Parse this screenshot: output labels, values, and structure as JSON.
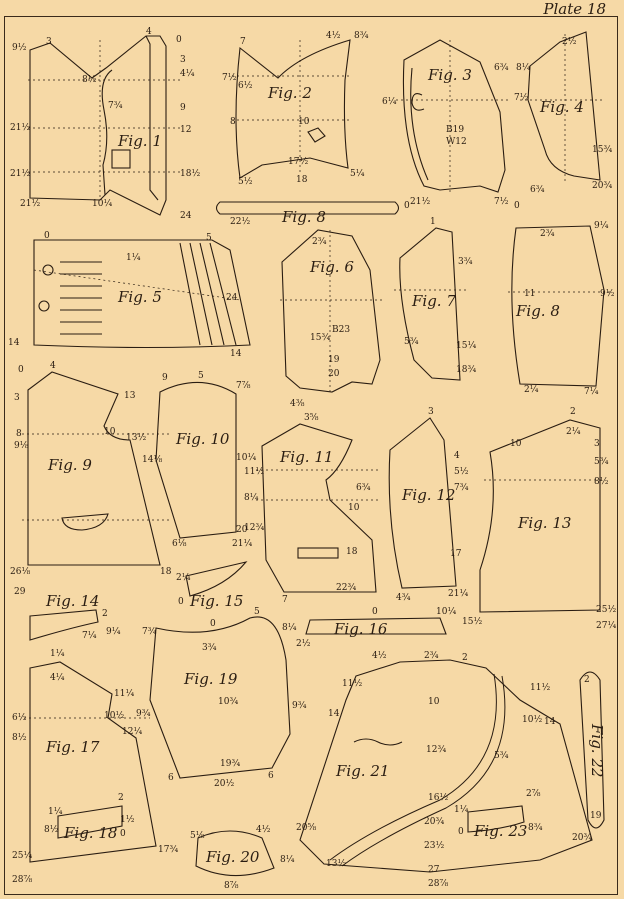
{
  "plate_title": "Plate 18",
  "figures": [
    {
      "label": "Fig. 1",
      "x": 0,
      "y": 0
    },
    {
      "label": "Fig. 2"
    },
    {
      "label": "Fig. 3"
    },
    {
      "label": "Fig. 4"
    },
    {
      "label": "Fig. 5"
    },
    {
      "label": "Fig. 6"
    },
    {
      "label": "Fig. 7"
    },
    {
      "label": "Fig. 8"
    },
    {
      "label": "Fig. 9"
    },
    {
      "label": "Fig. 10"
    },
    {
      "label": "Fig. 11"
    },
    {
      "label": "Fig. 12"
    },
    {
      "label": "Fig. 13"
    },
    {
      "label": "Fig. 14"
    },
    {
      "label": "Fig. 15"
    },
    {
      "label": "Fig. 16"
    },
    {
      "label": "Fig. 17"
    },
    {
      "label": "Fig. 18"
    },
    {
      "label": "Fig. 19"
    },
    {
      "label": "Fig. 20"
    },
    {
      "label": "Fig. 21"
    },
    {
      "label": "Fig. 22"
    },
    {
      "label": "Fig. 23"
    }
  ],
  "marks": {
    "m1": "9½",
    "m2": "3",
    "m3": "0",
    "m4": "4",
    "m5": "3",
    "m6": "4¼",
    "m7": "8½",
    "m8": "7¾",
    "m9": "9",
    "m10": "12",
    "m11": "21½",
    "m12": "21½",
    "m13": "18½",
    "m14": "21½",
    "m15": "24",
    "m16": "10¼",
    "m17": "7",
    "m18": "4½",
    "m19": "8¾",
    "m20": "6½",
    "m21": "7½",
    "m22": "8",
    "m23": "10",
    "m24": "17½",
    "m25": "18",
    "m26": "5½",
    "m27": "5¼",
    "m28": "B19",
    "m29": "W12",
    "m30": "6¾",
    "m31": "6¼",
    "m32": "21½",
    "m33": "7½",
    "m34": "2½",
    "m35": "8¼",
    "m36": "7½",
    "m37": "15¾",
    "m38": "20¾",
    "m39": "6¾",
    "m40": "22½",
    "m41": "0",
    "m42": "1¼",
    "m43": "5",
    "m44": "24",
    "m45": "14",
    "m46": "0",
    "m47": "14",
    "m48": "2¾",
    "m49": "B23",
    "m50": "15¾",
    "m51": "19",
    "m52": "20",
    "m53": "4⅜",
    "m54": "1",
    "m55": "3¾",
    "m56": "15¼",
    "m57": "18¾",
    "m58": "5¾",
    "m59": "0",
    "m60": "2¾",
    "m61": "9¼",
    "m62": "9½",
    "m63": "11",
    "m64": "2¼",
    "m65": "7¼",
    "m66": "0",
    "m67": "4",
    "m68": "13",
    "m69": "10",
    "m70": "13½",
    "m71": "3",
    "m72": "8",
    "m73": "9⅛",
    "m74": "26⅛",
    "m75": "29",
    "m76": "18",
    "m77": "9",
    "m78": "5",
    "m79": "7⅞",
    "m80": "10¼",
    "m81": "14⅛",
    "m82": "20",
    "m83": "21¼",
    "m84": "6⅛",
    "m85": "3⅝",
    "m86": "11½",
    "m87": "8¼",
    "m88": "12¾",
    "m89": "6¾",
    "m90": "10",
    "m91": "18",
    "m92": "22¾",
    "m93": "7",
    "m94": "3",
    "m95": "4",
    "m96": "5½",
    "m97": "7¾",
    "m98": "17",
    "m99": "21¼",
    "m100": "4¾",
    "m101": "2",
    "m102": "2¼",
    "m103": "10",
    "m104": "3",
    "m105": "5¾",
    "m106": "8½",
    "m107": "25½",
    "m108": "27¼",
    "m109": "15½",
    "m110": "2",
    "m111": "9¼",
    "m112": "7¼",
    "m113": "2¼",
    "m114": "0",
    "m115": "0",
    "m116": "10¼",
    "m117": "4½",
    "m118": "2½",
    "m119": "1¼",
    "m120": "4¼",
    "m121": "11¼",
    "m122": "10½",
    "m123": "12¼",
    "m124": "6½",
    "m125": "8½",
    "m126": "25¼",
    "m127": "28⅞",
    "m128": "17¾",
    "m129": "1¼",
    "m130": "8½",
    "m131": "2",
    "m132": "1½",
    "m133": "0",
    "m134": "7¾",
    "m135": "0",
    "m136": "5",
    "m137": "8¼",
    "m138": "3¾",
    "m139": "10¾",
    "m140": "9¾",
    "m141": "9¾",
    "m142": "19¾",
    "m143": "20½",
    "m144": "6",
    "m145": "6",
    "m146": "5⅛",
    "m147": "4½",
    "m148": "8¼",
    "m149": "8⅞",
    "m150": "2¾",
    "m151": "2",
    "m152": "11½",
    "m153": "11½",
    "m154": "14",
    "m155": "10",
    "m156": "10½",
    "m157": "14",
    "m158": "5¾",
    "m159": "12¾",
    "m160": "16½",
    "m161": "20¾",
    "m162": "23½",
    "m163": "27",
    "m164": "28⅞",
    "m165": "20⅝",
    "m166": "13½",
    "m167": "20¾",
    "m168": "2",
    "m169": "19",
    "m170": "2⅞",
    "m171": "8¾",
    "m172": "1¼",
    "m173": "0"
  }
}
